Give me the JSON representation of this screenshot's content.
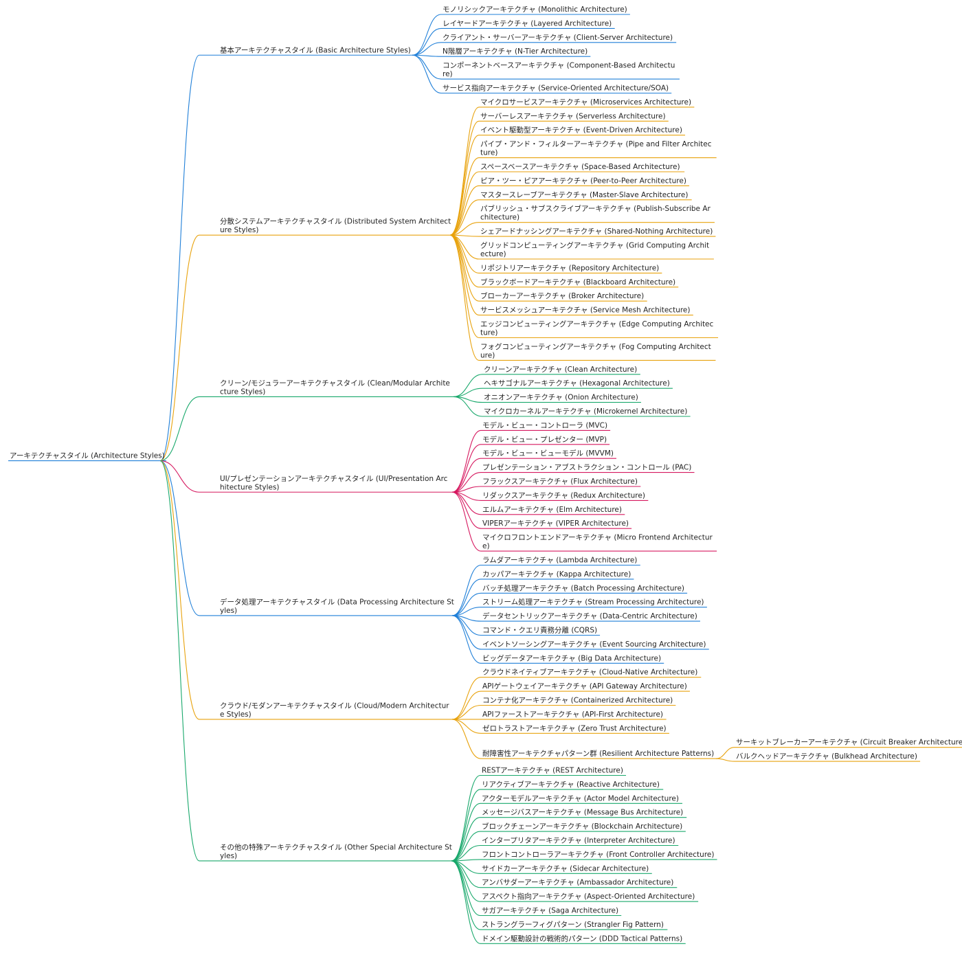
{
  "root": "アーキテクチャスタイル (Architecture Styles)",
  "branches": [
    {
      "lines": [
        "基本アーキテクチャスタイル (Basic Architecture Styles)"
      ],
      "color": "#1f7fd8",
      "children": [
        {
          "lines": [
            "モノリシックアーキテクチャ (Monolithic Architecture)"
          ]
        },
        {
          "lines": [
            "レイヤードアーキテクチャ (Layered Architecture)"
          ]
        },
        {
          "lines": [
            "クライアント・サーバーアーキテクチャ (Client-Server Architecture)"
          ]
        },
        {
          "lines": [
            "N階層アーキテクチャ (N-Tier Architecture)"
          ]
        },
        {
          "lines": [
            "コンポーネントベースアーキテクチャ (Component-Based Architectu",
            "re)"
          ]
        },
        {
          "lines": [
            "サービス指向アーキテクチャ (Service-Oriented Architecture/SOA)"
          ]
        }
      ]
    },
    {
      "lines": [
        "分散システムアーキテクチャスタイル (Distributed System Architect",
        "ure Styles)"
      ],
      "color": "#e8a20c",
      "children": [
        {
          "lines": [
            "マイクロサービスアーキテクチャ (Microservices Architecture)"
          ]
        },
        {
          "lines": [
            "サーバーレスアーキテクチャ (Serverless Architecture)"
          ]
        },
        {
          "lines": [
            "イベント駆動型アーキテクチャ (Event-Driven Architecture)"
          ]
        },
        {
          "lines": [
            "パイプ・アンド・フィルターアーキテクチャ (Pipe and Filter Architec",
            "ture)"
          ]
        },
        {
          "lines": [
            "スペースベースアーキテクチャ (Space-Based Architecture)"
          ]
        },
        {
          "lines": [
            "ピア・ツー・ピアアーキテクチャ (Peer-to-Peer Architecture)"
          ]
        },
        {
          "lines": [
            "マスタースレーブアーキテクチャ (Master-Slave Architecture)"
          ]
        },
        {
          "lines": [
            "パブリッシュ・サブスクライブアーキテクチャ (Publish-Subscribe Ar",
            "chitecture)"
          ]
        },
        {
          "lines": [
            "シェアードナッシングアーキテクチャ (Shared-Nothing Architecture)"
          ]
        },
        {
          "lines": [
            "グリッドコンピューティングアーキテクチャ (Grid Computing Archit",
            "ecture)"
          ]
        },
        {
          "lines": [
            "リポジトリアーキテクチャ (Repository Architecture)"
          ]
        },
        {
          "lines": [
            "ブラックボードアーキテクチャ (Blackboard Architecture)"
          ]
        },
        {
          "lines": [
            "ブローカーアーキテクチャ (Broker Architecture)"
          ]
        },
        {
          "lines": [
            "サービスメッシュアーキテクチャ (Service Mesh Architecture)"
          ]
        },
        {
          "lines": [
            "エッジコンピューティングアーキテクチャ (Edge Computing Architec",
            "ture)"
          ]
        },
        {
          "lines": [
            "フォグコンピューティングアーキテクチャ (Fog Computing Architect",
            "ure)"
          ]
        }
      ]
    },
    {
      "lines": [
        "クリーン/モジュラーアーキテクチャスタイル (Clean/Modular Archite",
        "cture Styles)"
      ],
      "color": "#18a86b",
      "children": [
        {
          "lines": [
            "クリーンアーキテクチャ (Clean Architecture)"
          ]
        },
        {
          "lines": [
            "ヘキサゴナルアーキテクチャ (Hexagonal Architecture)"
          ]
        },
        {
          "lines": [
            "オニオンアーキテクチャ (Onion Architecture)"
          ]
        },
        {
          "lines": [
            "マイクロカーネルアーキテクチャ (Microkernel Architecture)"
          ]
        }
      ]
    },
    {
      "lines": [
        "UI/プレゼンテーションアーキテクチャスタイル (UI/Presentation Arc",
        "hitecture Styles)"
      ],
      "color": "#d6185f",
      "children": [
        {
          "lines": [
            "モデル・ビュー・コントローラ (MVC)"
          ]
        },
        {
          "lines": [
            "モデル・ビュー・プレゼンター (MVP)"
          ]
        },
        {
          "lines": [
            "モデル・ビュー・ビューモデル (MVVM)"
          ]
        },
        {
          "lines": [
            "プレゼンテーション・アブストラクション・コントロール (PAC)"
          ]
        },
        {
          "lines": [
            "フラックスアーキテクチャ (Flux Architecture)"
          ]
        },
        {
          "lines": [
            "リダックスアーキテクチャ (Redux Architecture)"
          ]
        },
        {
          "lines": [
            "エルムアーキテクチャ (Elm Architecture)"
          ]
        },
        {
          "lines": [
            "VIPERアーキテクチャ (VIPER Architecture)"
          ]
        },
        {
          "lines": [
            "マイクロフロントエンドアーキテクチャ (Micro Frontend Architectur",
            "e)"
          ]
        }
      ]
    },
    {
      "lines": [
        "データ処理アーキテクチャスタイル (Data Processing Architecture St",
        "yles)"
      ],
      "color": "#1f7fd8",
      "children": [
        {
          "lines": [
            "ラムダアーキテクチャ (Lambda Architecture)"
          ]
        },
        {
          "lines": [
            "カッパアーキテクチャ (Kappa Architecture)"
          ]
        },
        {
          "lines": [
            "バッチ処理アーキテクチャ (Batch Processing Architecture)"
          ]
        },
        {
          "lines": [
            "ストリーム処理アーキテクチャ (Stream Processing Architecture)"
          ]
        },
        {
          "lines": [
            "データセントリックアーキテクチャ (Data-Centric Architecture)"
          ]
        },
        {
          "lines": [
            "コマンド・クエリ責務分離 (CQRS)"
          ]
        },
        {
          "lines": [
            "イベントソーシングアーキテクチャ (Event Sourcing Architecture)"
          ]
        },
        {
          "lines": [
            "ビッグデータアーキテクチャ (Big Data Architecture)"
          ]
        }
      ]
    },
    {
      "lines": [
        "クラウド/モダンアーキテクチャスタイル (Cloud/Modern Architectur",
        "e Styles)"
      ],
      "color": "#e8a20c",
      "children": [
        {
          "lines": [
            "クラウドネイティブアーキテクチャ (Cloud-Native Architecture)"
          ]
        },
        {
          "lines": [
            "APIゲートウェイアーキテクチャ (API Gateway Architecture)"
          ]
        },
        {
          "lines": [
            "コンテナ化アーキテクチャ (Containerized Architecture)"
          ]
        },
        {
          "lines": [
            "APIファーストアーキテクチャ (API-First Architecture)"
          ]
        },
        {
          "lines": [
            "ゼロトラストアーキテクチャ (Zero Trust Architecture)"
          ]
        },
        {
          "lines": [
            "耐障害性アーキテクチャパターン群 (Resilient Architecture Patterns)"
          ],
          "children": [
            {
              "lines": [
                "サーキットブレーカーアーキテクチャ (Circuit Breaker Architecture)"
              ]
            },
            {
              "lines": [
                "バルクヘッドアーキテクチャ (Bulkhead Architecture)"
              ]
            }
          ]
        }
      ]
    },
    {
      "lines": [
        "その他の特殊アーキテクチャスタイル (Other Special Architecture St",
        "yles)"
      ],
      "color": "#18a86b",
      "children": [
        {
          "lines": [
            "RESTアーキテクチャ (REST Architecture)"
          ]
        },
        {
          "lines": [
            "リアクティブアーキテクチャ (Reactive Architecture)"
          ]
        },
        {
          "lines": [
            "アクターモデルアーキテクチャ (Actor Model Architecture)"
          ]
        },
        {
          "lines": [
            "メッセージバスアーキテクチャ (Message Bus Architecture)"
          ]
        },
        {
          "lines": [
            "ブロックチェーンアーキテクチャ (Blockchain Architecture)"
          ]
        },
        {
          "lines": [
            "インタープリタアーキテクチャ (Interpreter Architecture)"
          ]
        },
        {
          "lines": [
            "フロントコントローラアーキテクチャ (Front Controller Architecture)"
          ]
        },
        {
          "lines": [
            "サイドカーアーキテクチャ (Sidecar Architecture)"
          ]
        },
        {
          "lines": [
            "アンバサダーアーキテクチャ (Ambassador Architecture)"
          ]
        },
        {
          "lines": [
            "アスペクト指向アーキテクチャ (Aspect-Oriented Architecture)"
          ]
        },
        {
          "lines": [
            "サガアーキテクチャ (Saga Architecture)"
          ]
        },
        {
          "lines": [
            "ストラングラーフィグパターン (Strangler Fig Pattern)"
          ]
        },
        {
          "lines": [
            "ドメイン駆動設計の戦術的パターン (DDD Tactical Patterns)"
          ]
        }
      ]
    }
  ]
}
